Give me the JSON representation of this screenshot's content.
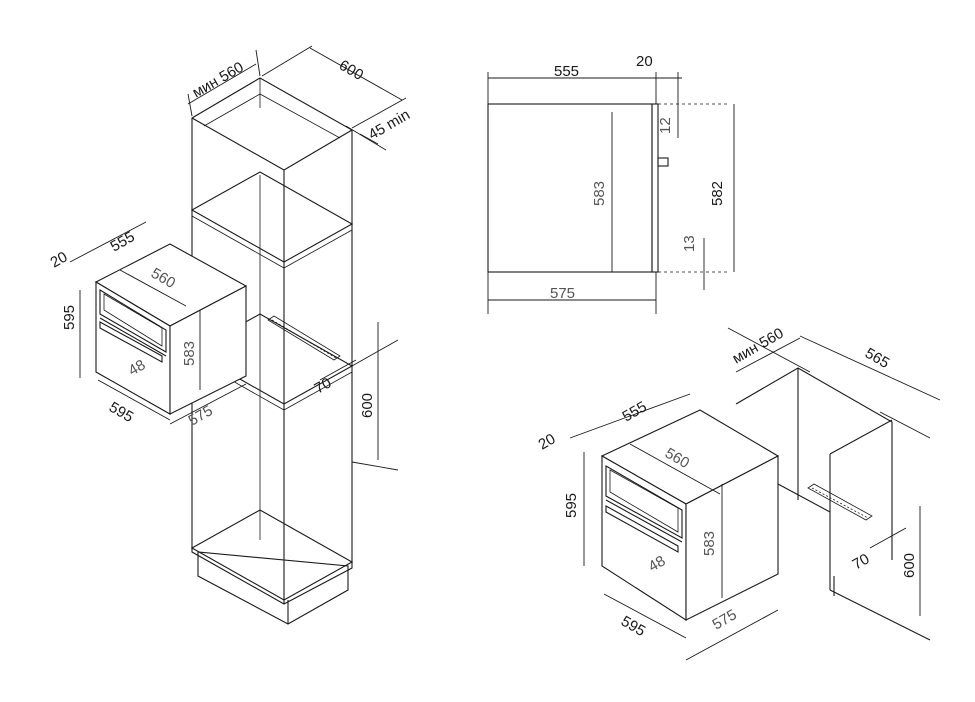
{
  "tall_cabinet": {
    "width_label": "мин 560",
    "depth_label": "600",
    "gap_label": "45 min",
    "vent_label": "70",
    "niche_height_label": "600"
  },
  "oven_left": {
    "depth_outer_label": "20",
    "depth_body_label": "555",
    "front_width_label": "560",
    "height_label": "595",
    "width_label": "595",
    "body_height_label": "583",
    "handle_label": "48",
    "body_width_label": "575"
  },
  "side_view": {
    "depth_label": "555",
    "front_label": "20",
    "top_gap_label": "12",
    "body_height_label": "583",
    "niche_height_label": "582",
    "bottom_gap_label": "13",
    "bottom_depth_label": "575"
  },
  "under_counter": {
    "width_label": "мин 560",
    "depth_label": "565",
    "vent_label": "70",
    "niche_height_label": "600"
  },
  "oven_right": {
    "depth_outer_label": "20",
    "depth_body_label": "555",
    "front_width_label": "560",
    "height_label": "595",
    "width_label": "595",
    "body_height_label": "583",
    "handle_label": "48",
    "body_width_label": "575"
  }
}
